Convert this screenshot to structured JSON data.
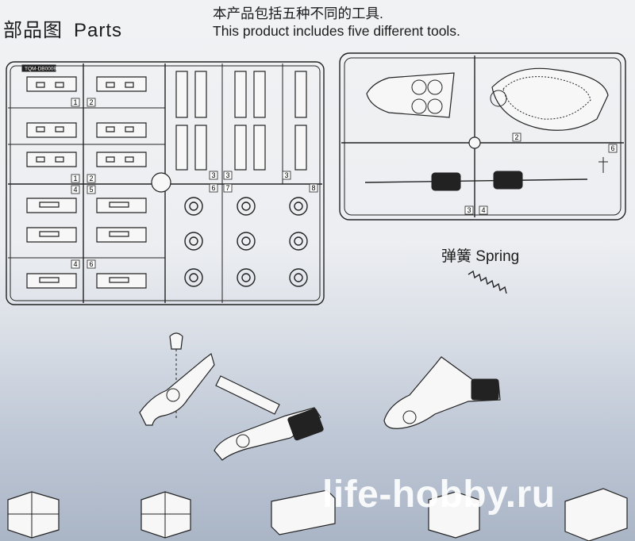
{
  "header": {
    "title_zh": "部品图",
    "title_en": "Parts",
    "intro_zh": "本产品包括五种不同的工具.",
    "intro_en": "This product includes five different tools."
  },
  "sprue_a": {
    "tag": "TQM-DB0009",
    "part_numbers": [
      "1",
      "2",
      "1",
      "2",
      "4",
      "5",
      "4",
      "6",
      "3",
      "3",
      "3",
      "6",
      "7",
      "8"
    ]
  },
  "sprue_b": {
    "part_numbers": [
      "2",
      "6",
      "3",
      "4"
    ]
  },
  "spring": {
    "label": "弹簧 Spring"
  },
  "watermark": "life-hobby.ru"
}
